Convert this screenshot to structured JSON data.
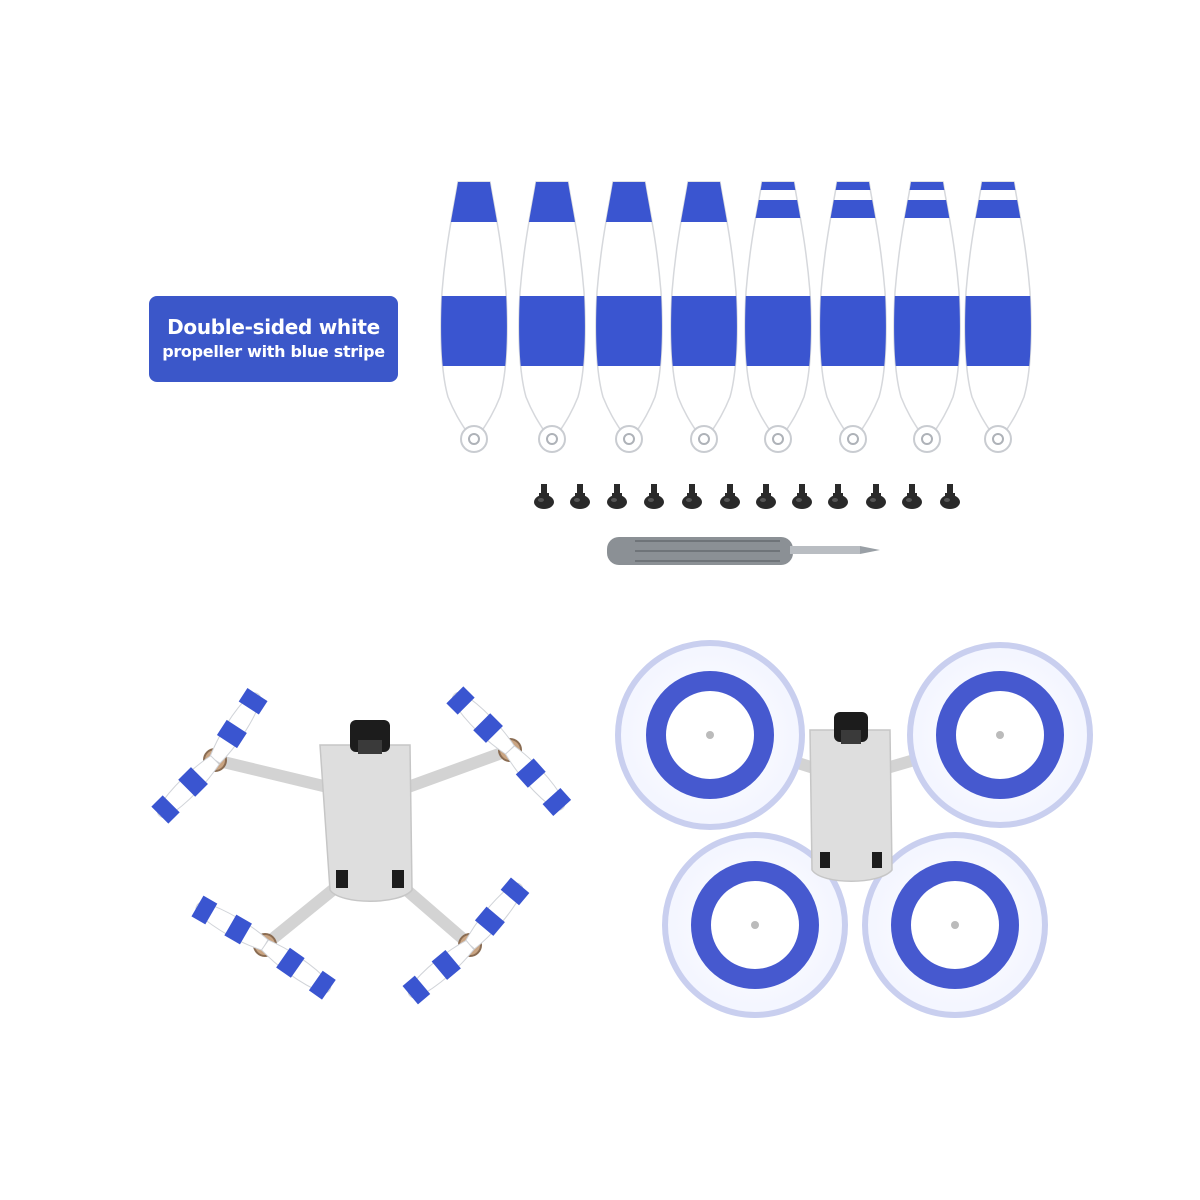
{
  "label": {
    "line1": "Double-sided white",
    "line2": "propeller with blue stripe"
  },
  "colors": {
    "blue": "#3a55d0",
    "box": "#3b57c9",
    "white": "#ffffff",
    "outline": "#d6d8dc",
    "screw": "#2a2a2a",
    "screwdriver_handle": "#8b9095",
    "drone_body": "#dedede",
    "drone_dark": "#1c1c1c"
  },
  "counts": {
    "propellers": 8,
    "screws": 12
  }
}
